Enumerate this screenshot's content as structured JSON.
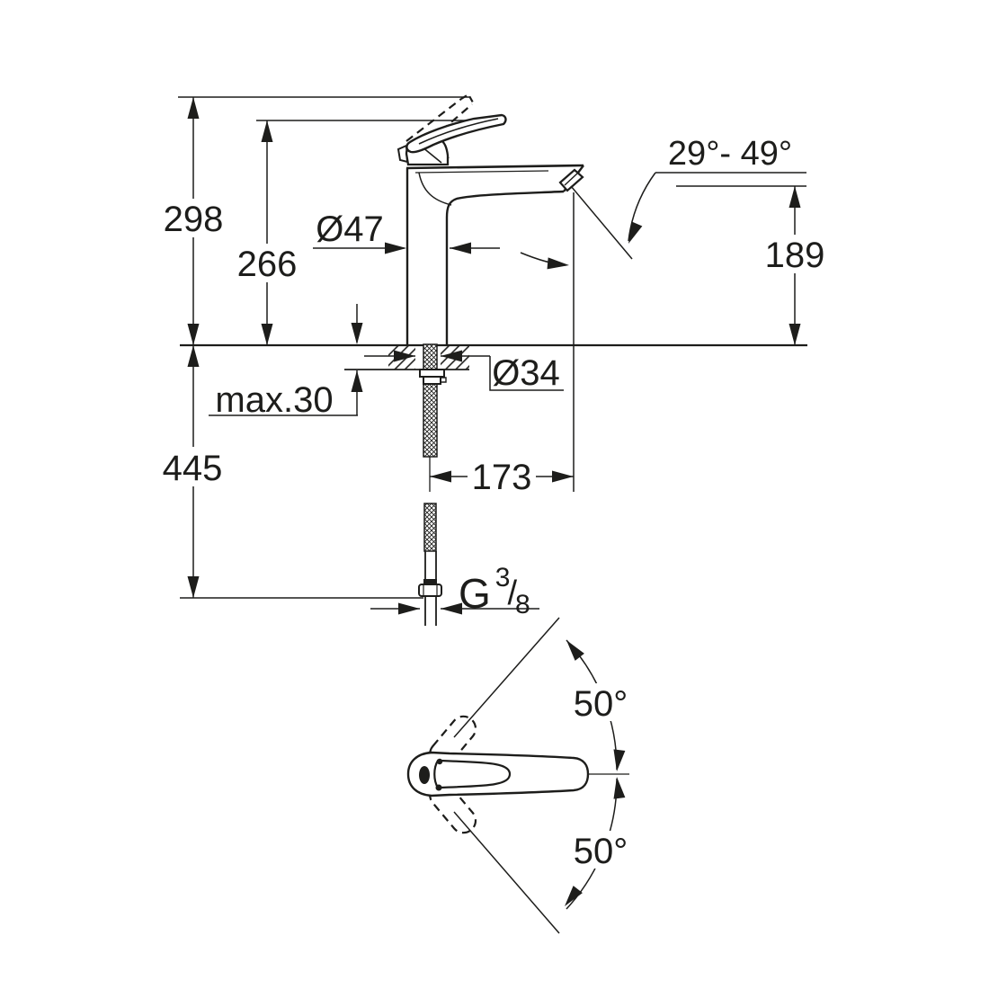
{
  "title": "Single-lever basin mixer technical dimension drawing",
  "colors": {
    "line": "#1d1d1b",
    "background": "#ffffff"
  },
  "labels": {
    "height_to_open_handle": "298",
    "height_to_handle": "266",
    "body_diameter": "Ø47",
    "spout_angle_range": "29°- 49°",
    "outlet_height": "189",
    "max_mounting_thickness": "max.30",
    "mounting_hole_diameter": "Ø34",
    "supply_hose_length": "445",
    "spout_reach": "173",
    "swing_angle_upper": "50°",
    "swing_angle_lower": "50°",
    "thread": {
      "letter": "G",
      "numerator": "3",
      "slash": "/",
      "denominator": "8"
    }
  }
}
